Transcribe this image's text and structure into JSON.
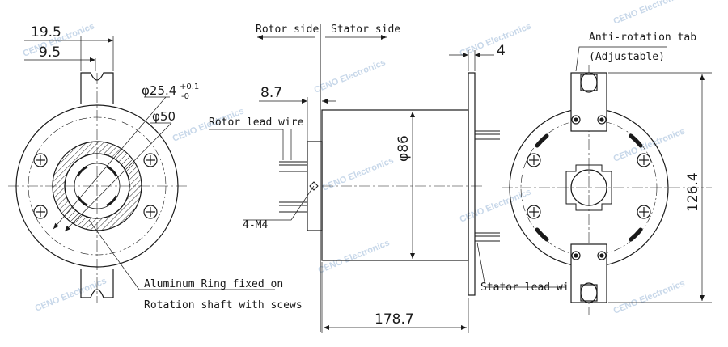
{
  "labels": {
    "rotor_side": "Rotor side",
    "stator_side": "Stator side",
    "rotor_lead_wire": "Rotor lead wire",
    "stator_lead_wire": "Stator lead wire",
    "anti_rotation_tab": "Anti-rotation tab",
    "adjustable": "(Adjustable)",
    "screws": "4-M4",
    "aluminum_ring_1": "Aluminum Ring fixed on",
    "aluminum_ring_2": "Rotation shaft with scews"
  },
  "dimensions": {
    "d_19_5": "19.5",
    "d_9_5": "9.5",
    "d_bore_main": "φ25.4",
    "d_bore_tol_upper": "+0.1",
    "d_bore_tol_lower": "-0",
    "d_phi50": "φ50",
    "d_8_7": "8.7",
    "d_phi86": "φ86",
    "d_4": "4",
    "d_178_7": "178.7",
    "d_126_4": "126.4"
  },
  "watermark": "CENO Electronics"
}
